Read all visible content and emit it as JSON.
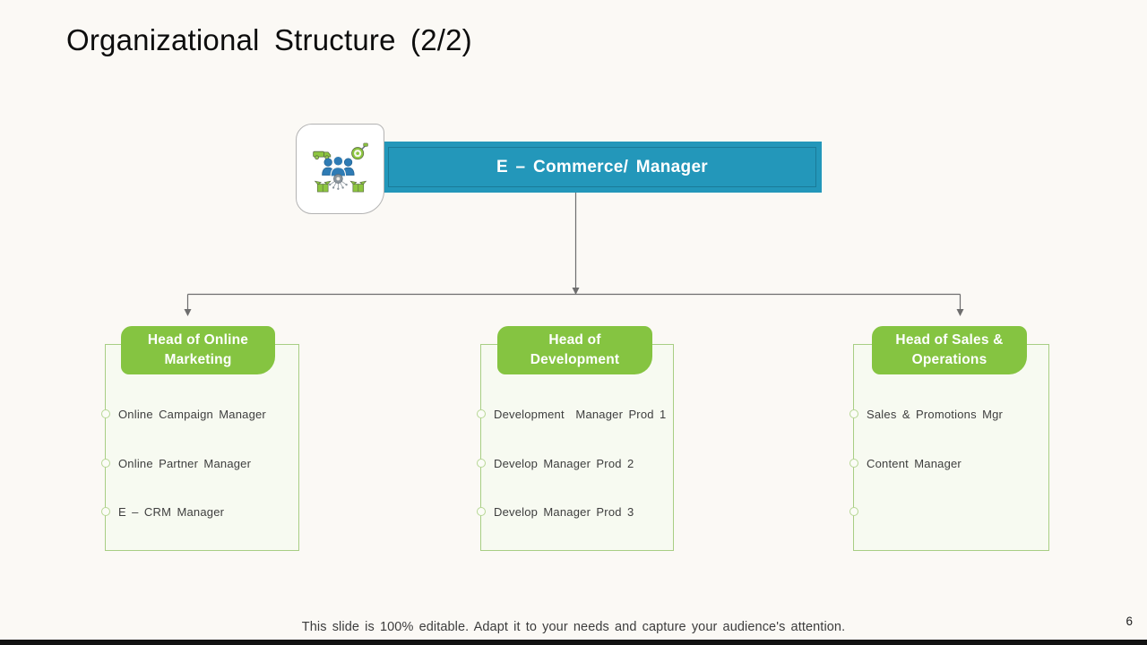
{
  "slide": {
    "title": "Organizational Structure (2/2)",
    "footer": "This slide is 100% editable. Adapt it to your needs and capture your audience's attention.",
    "page_number": "6"
  },
  "root": {
    "label": "E – Commerce/ Manager",
    "icon": "team-target-logistics-icon"
  },
  "columns": [
    {
      "header_line1": "Head of Online",
      "header_line2": "Marketing",
      "items": [
        "Online Campaign Manager",
        "Online Partner Manager",
        "E – CRM Manager"
      ]
    },
    {
      "header_line1": "Head of",
      "header_line2": "Development",
      "items": [
        "Development  Manager Prod 1",
        "Develop Manager Prod 2",
        "Develop Manager Prod 3"
      ]
    },
    {
      "header_line1": "Head of Sales &",
      "header_line2": "Operations",
      "items": [
        "Sales & Promotions Mgr",
        "Content Manager",
        ""
      ]
    }
  ],
  "colors": {
    "banner_teal": "#2397ba",
    "header_green": "#85c441",
    "box_border": "#a8ce84",
    "box_fill": "#f7faf1",
    "connector_gray": "#6e6e6e",
    "icon_blue": "#2e7bb4",
    "icon_green": "#8dc63f"
  }
}
